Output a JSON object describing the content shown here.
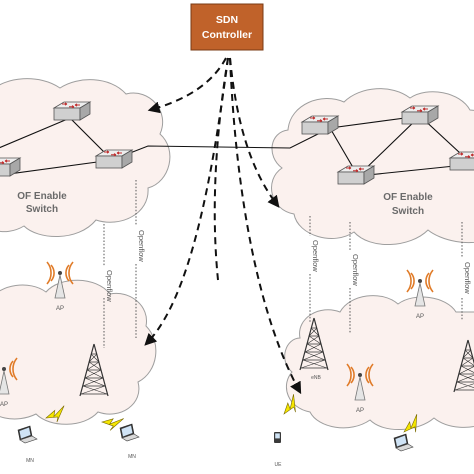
{
  "controller": {
    "line1": "SDN",
    "line2": "Controller",
    "fill": "#c0622a"
  },
  "left_cloud": {
    "line1": "OF Enable",
    "line2": "Switch"
  },
  "right_cloud": {
    "line1": "OF Enable",
    "line2": "Switch"
  },
  "links": {
    "openflow": "Openflow"
  },
  "nodes": {
    "ap": "AP",
    "mn": "MN",
    "enb": "eNB",
    "ue": "UE"
  },
  "colors": {
    "cloud_fill": "#fbf1ee",
    "cloud_stroke": "#9e9e9e",
    "lightning": "#f5e600",
    "switch_body": "#d8d8d8",
    "switch_arrows": "#c03030",
    "wifi_arcs": "#e07b28"
  }
}
